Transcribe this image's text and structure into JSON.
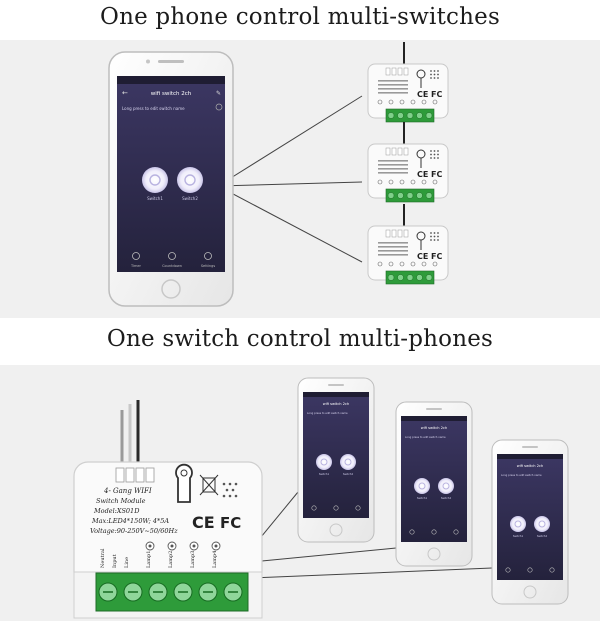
{
  "section1": {
    "title": "One phone control multi-switches",
    "phone": {
      "app_title": "wifi switch 2ch",
      "prompt": "Long press to edit switch name",
      "switch_1": "Switch1",
      "switch_2": "Switch2",
      "menu_timer": "Timer",
      "menu_countdown": "Countdown",
      "menu_settings": "Settings"
    },
    "module_marks": {
      "ce": "CE",
      "fc": "FC"
    }
  },
  "section2": {
    "title": "One switch control multi-phones",
    "module": {
      "line1": "4- Gang WIFI",
      "line2": "Switch Module",
      "line3": "Model:XS01D",
      "line4": "Max:LED4*150W; 4*5A",
      "line5": "Voltage:90-250V~50/60Hz",
      "ce": "CE",
      "fc": "FC",
      "terminals": [
        "Neutral",
        "Input",
        "Line",
        "Lamp1",
        "Lamp2",
        "Lamp3",
        "Lamp4"
      ]
    },
    "phones": [
      {
        "app_title": "wifi switch 2ch",
        "prompt": "Long press to edit switch name",
        "switch_1": "Switch1",
        "switch_2": "Switch2"
      },
      {
        "app_title": "wifi switch 2ch",
        "prompt": "Long press to edit switch name",
        "switch_1": "Switch1",
        "switch_2": "Switch2"
      },
      {
        "app_title": "wifi switch 2ch",
        "prompt": "Long press to edit switch name",
        "switch_1": "Switch1",
        "switch_2": "Switch2"
      }
    ]
  },
  "colors": {
    "band": "#f0f0f0",
    "screen": "#2d2a4c",
    "screen_top": "#3c3763",
    "module_body": "#fafafa",
    "terminal_green": "#2e9b3a"
  },
  "icons": [
    "timer-icon",
    "countdown-icon",
    "settings-icon",
    "back-arrow-icon",
    "edit-icon",
    "power-icon",
    "wifi-icon",
    "antenna-wire-icon"
  ]
}
